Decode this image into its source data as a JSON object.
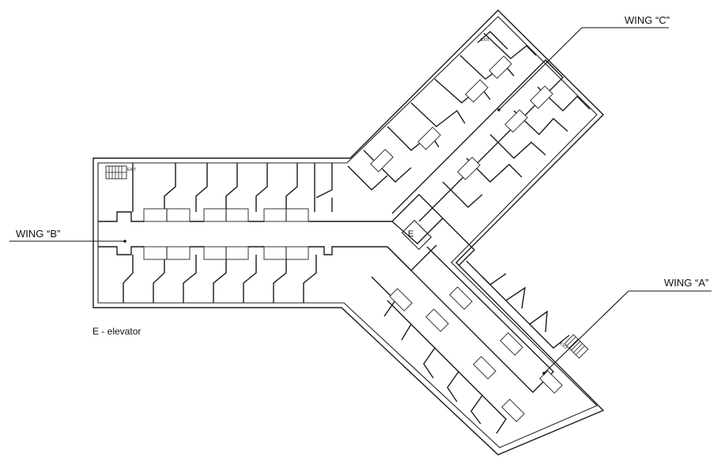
{
  "labels": {
    "wing_c": "WING “C”",
    "wing_b": "WING “B”",
    "wing_a": "WING “A”",
    "elevator_mark": "E",
    "exit_b": "EXIT",
    "exit_c": "EXIT",
    "exit_a": "EXIT"
  },
  "legend": {
    "text": "E - elevator"
  }
}
